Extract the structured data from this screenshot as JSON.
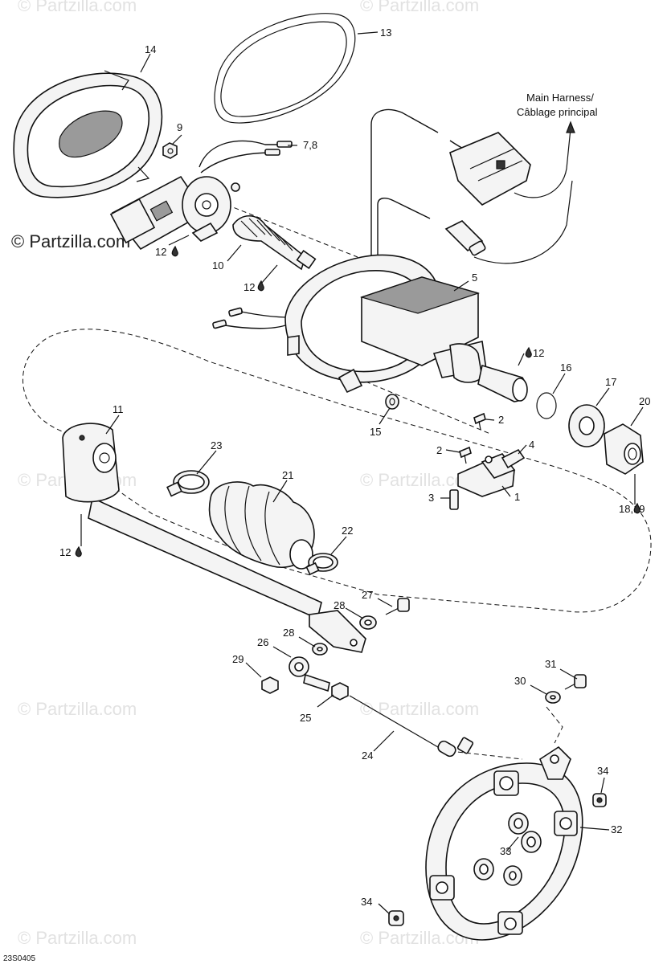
{
  "watermarks": {
    "brand": "© Partzilla.com",
    "primary": "© Partzilla.com"
  },
  "diagram_code": "23S0405",
  "harness_label": {
    "line1": "Main Harness/",
    "line2": "Câblage principal"
  },
  "callouts": {
    "c1": "1",
    "c2a": "2",
    "c2b": "2",
    "c3": "3",
    "c4": "4",
    "c5": "5",
    "c78": "7,8",
    "c9": "9",
    "c10": "10",
    "c11": "11",
    "c12a": "12",
    "c12b": "12",
    "c12c": "12",
    "c12d": "12",
    "c13": "13",
    "c14": "14",
    "c15": "15",
    "c16": "16",
    "c17": "17",
    "c1819": "18,19",
    "c20": "20",
    "c21": "21",
    "c22": "22",
    "c23": "23",
    "c24": "24",
    "c25": "25",
    "c26": "26",
    "c27": "27",
    "c28a": "28",
    "c28b": "28",
    "c29": "29",
    "c30": "30",
    "c31": "31",
    "c32": "32",
    "c33": "33",
    "c34a": "34",
    "c34b": "34"
  }
}
